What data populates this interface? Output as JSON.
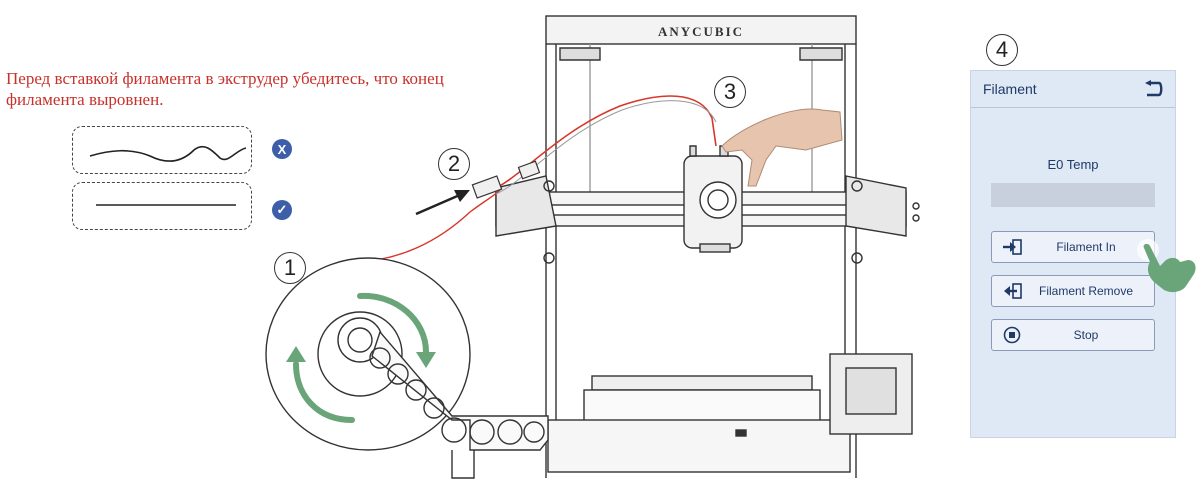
{
  "note": "Перед вставкой филамента в экструдер убедитесь, что конец филамента выровнен.",
  "steps": [
    "1",
    "2",
    "3",
    "4"
  ],
  "brand": "ANYCUBIC",
  "marks": {
    "bad": "X",
    "good": "✓"
  },
  "screen": {
    "title": "Filament",
    "temp_label": "E0 Temp",
    "buttons": [
      "Filament In",
      "Filament Remove",
      "Stop"
    ]
  },
  "colors": {
    "note_red": "#c8312b",
    "arrow_green": "#6aa57a",
    "filament_red": "#d9362b",
    "screen_bg": "#dfe8f5",
    "mark_blue": "#3d5ea8"
  },
  "icons": [
    "back-icon",
    "load-filament-icon",
    "remove-filament-icon",
    "stop-icon",
    "tap-hand-icon",
    "bad-mark-icon",
    "good-mark-icon"
  ]
}
